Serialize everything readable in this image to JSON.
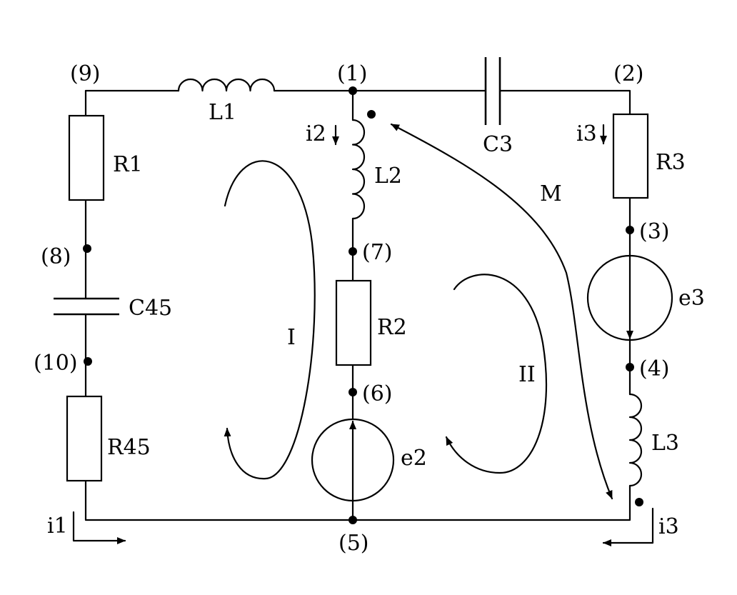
{
  "nodes": [
    "(1)",
    "(2)",
    "(3)",
    "(4)",
    "(5)",
    "(6)",
    "(7)",
    "(8)",
    "(9)",
    "(10)"
  ],
  "components": {
    "L1": "L1",
    "L2": "L2",
    "L3": "L3",
    "R1": "R1",
    "R2": "R2",
    "R3": "R3",
    "R45": "R45",
    "C3": "C3",
    "C45": "C45",
    "e2": "e2",
    "e3": "e3"
  },
  "mutual": "M",
  "loops": {
    "loop1": "I",
    "loop2": "II"
  },
  "currents": {
    "i1": "i1",
    "i2": "i2",
    "i3_top": "i3",
    "i3_bottom": "i3"
  }
}
